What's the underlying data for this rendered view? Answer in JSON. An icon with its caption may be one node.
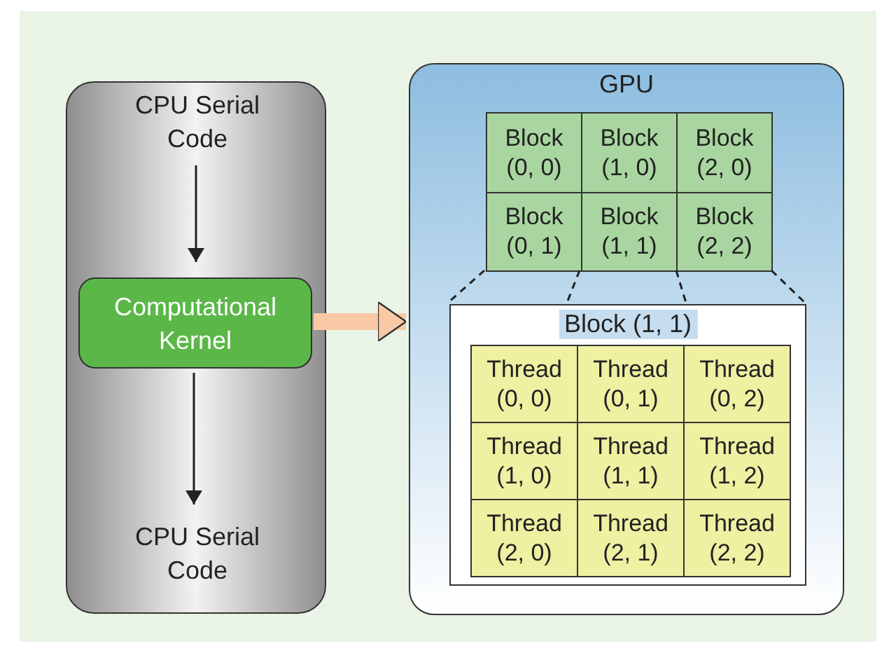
{
  "diagram": {
    "nodes": [
      {
        "text": [],
        "shape": "box"
      },
      {
        "text": [
          "CPU Serial Code"
        ],
        "in": 0
      },
      {
        "text": [
          "Computational Kernel"
        ],
        "in": 0
      },
      {
        "text": [
          "CPU Serial Code"
        ],
        "in": 0
      },
      {
        "text": [
          "GPU"
        ]
      },
      {
        "text": [
          "Block (0, 0)"
        ],
        "in": 4
      },
      {
        "text": [
          "Block (1, 0)"
        ],
        "in": 4
      },
      {
        "text": [
          "Block (2, 0)"
        ],
        "in": 4
      },
      {
        "text": [
          "Block (0, 1)"
        ],
        "in": 4
      },
      {
        "text": [
          "Block (1, 1)"
        ],
        "in": 4
      },
      {
        "text": [
          "Block (2, 2)"
        ],
        "in": 4
      },
      {
        "text": [
          "Block (1, 1)"
        ],
        "in": 4
      },
      {
        "text": [
          "Thread (0, 0)"
        ],
        "in": 11
      },
      {
        "text": [
          "Thread (0, 1)"
        ],
        "in": 11
      },
      {
        "text": [
          "Thread (0, 2)"
        ],
        "in": 11
      },
      {
        "text": [
          "Thread (1, 0)"
        ],
        "in": 11
      },
      {
        "text": [
          "Thread (1, 1)"
        ],
        "in": 11
      },
      {
        "text": [
          "Thread (1, 2)"
        ],
        "in": 11
      },
      {
        "text": [
          "Thread (2, 0)"
        ],
        "in": 11
      },
      {
        "text": [
          "Thread (2, 1)"
        ],
        "in": 11
      },
      {
        "text": [
          "Thread (2, 2)"
        ],
        "in": 11
      }
    ],
    "edges": [
      {
        "from": 1,
        "to": 2,
        "arrow": "to"
      },
      {
        "from": 2,
        "to": 3,
        "arrow": "to"
      },
      {
        "from": 2,
        "to": 4,
        "arrow": "to",
        "style": "thick",
        "color": "#f9c9a5"
      },
      {
        "from": 8,
        "to": 11,
        "arrow": "none",
        "style": "dashed"
      },
      {
        "from": 9,
        "to": 11,
        "arrow": "none",
        "style": "dashed"
      },
      {
        "from": 9,
        "to": 11,
        "arrow": "none",
        "style": "dashed"
      },
      {
        "from": 10,
        "to": 11,
        "arrow": "none",
        "style": "dashed"
      }
    ]
  }
}
